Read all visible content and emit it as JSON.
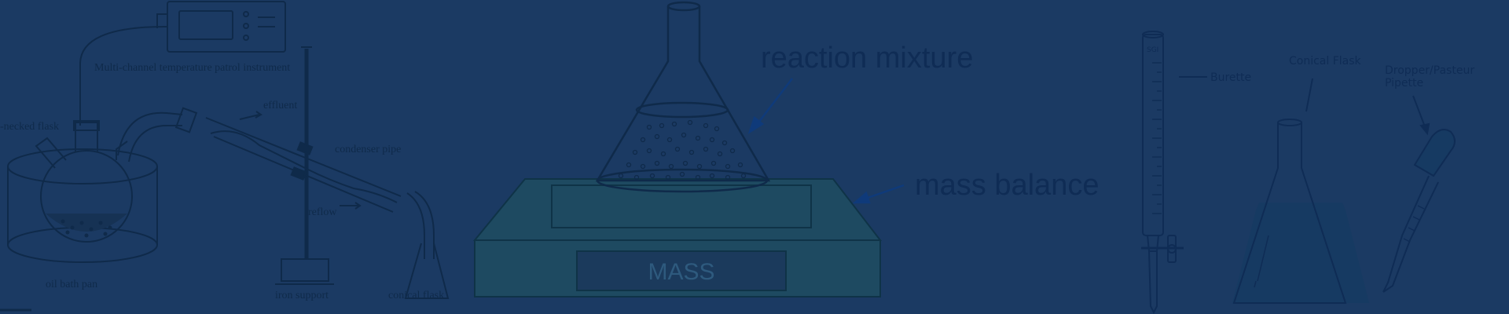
{
  "left_diagram": {
    "instrument_label": "Multi-channel temperature patrol instrument",
    "flask_label": "-necked flask",
    "effluent_label": "effluent",
    "condenser_label": "condenser pipe",
    "reflow_label": "reflow",
    "oil_bath_label": "oil bath pan",
    "iron_support_label": "iron support",
    "conical_flask_label": "conical flask"
  },
  "center_diagram": {
    "reaction_label": "reaction mixture",
    "balance_label": "mass balance",
    "display_text": "MASS"
  },
  "right_diagram": {
    "burette_label": "Burette",
    "burette_mark": "SGI",
    "conical_flask_label": "Conical Flask",
    "dropper_label_line1": "Dropper/Pasteur",
    "dropper_label_line2": "Pipette"
  }
}
